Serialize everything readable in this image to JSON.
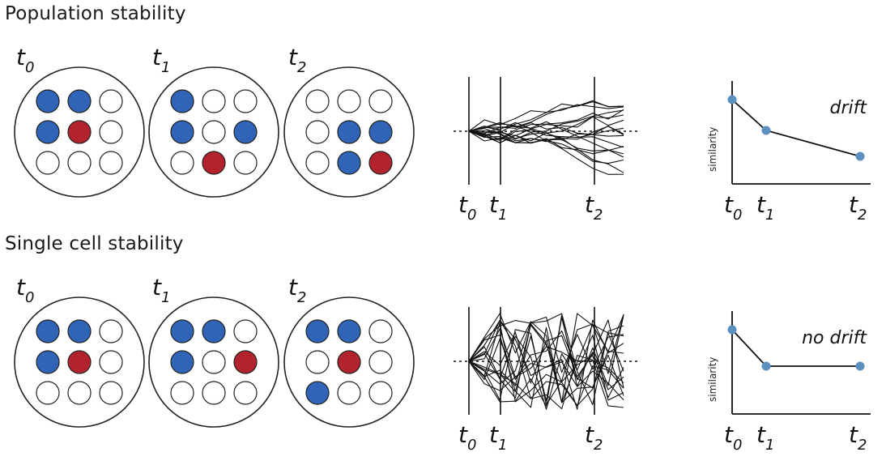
{
  "sections": [
    {
      "title": "Population stability",
      "time_labels": [
        {
          "t": "t",
          "sub": "0"
        },
        {
          "t": "t",
          "sub": "1"
        },
        {
          "t": "t",
          "sub": "2"
        }
      ],
      "grids": [
        [
          "blue",
          "blue",
          "empty",
          "blue",
          "red",
          "empty",
          "empty",
          "empty",
          "empty"
        ],
        [
          "blue",
          "empty",
          "empty",
          "blue",
          "empty",
          "blue",
          "empty",
          "red",
          "empty"
        ],
        [
          "empty",
          "empty",
          "empty",
          "empty",
          "blue",
          "blue",
          "empty",
          "blue",
          "red"
        ]
      ],
      "similarity": {
        "ylabel": "similarity",
        "annotation": "drift",
        "values": [
          1.0,
          0.62,
          0.3
        ]
      },
      "traces_mode": "diverge"
    },
    {
      "title": "Single cell stability",
      "time_labels": [
        {
          "t": "t",
          "sub": "0"
        },
        {
          "t": "t",
          "sub": "1"
        },
        {
          "t": "t",
          "sub": "2"
        }
      ],
      "grids": [
        [
          "blue",
          "blue",
          "empty",
          "blue",
          "red",
          "empty",
          "empty",
          "empty",
          "empty"
        ],
        [
          "blue",
          "blue",
          "empty",
          "blue",
          "empty",
          "red",
          "empty",
          "empty",
          "empty"
        ],
        [
          "blue",
          "blue",
          "empty",
          "empty",
          "red",
          "empty",
          "blue",
          "empty",
          "empty"
        ]
      ],
      "similarity": {
        "ylabel": "similarity",
        "annotation": "no drift",
        "values": [
          1.0,
          0.55,
          0.55
        ]
      },
      "traces_mode": "stationary"
    }
  ],
  "colors": {
    "blue_cell": "#2f64b7",
    "red_cell": "#b3232e",
    "empty_cell": "#ffffff",
    "outline": "#222222",
    "point": "#5b8fc0",
    "trace": "#111111"
  }
}
